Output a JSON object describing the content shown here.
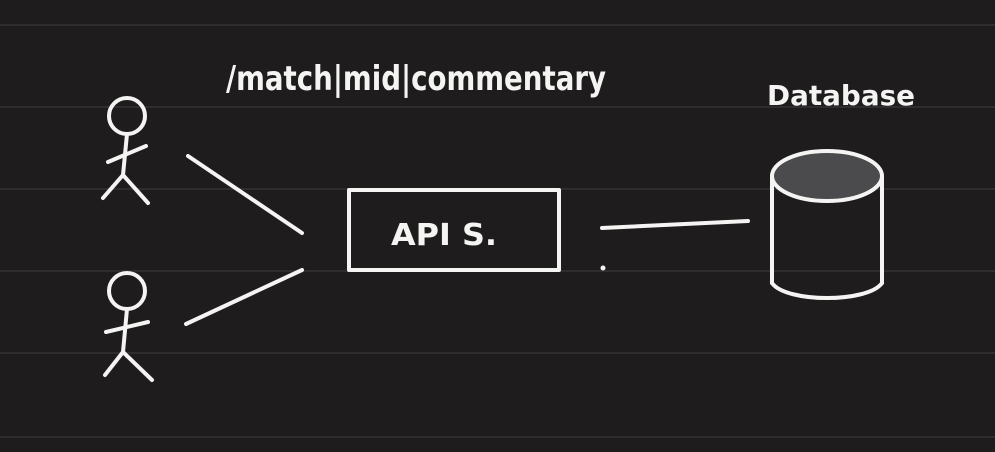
{
  "diagram": {
    "endpoint_label": "/match|mid|commentary",
    "api_label": "API S.",
    "database_label": "Database"
  },
  "colors": {
    "background": "#1e1c1d",
    "ruled_line": "#2f2d2e",
    "ink": "#f4f4f2",
    "db_top_fill": "#4b4a4c"
  },
  "icons": [
    "user-stick-figure-icon",
    "user-stick-figure-icon",
    "database-cylinder-icon"
  ]
}
